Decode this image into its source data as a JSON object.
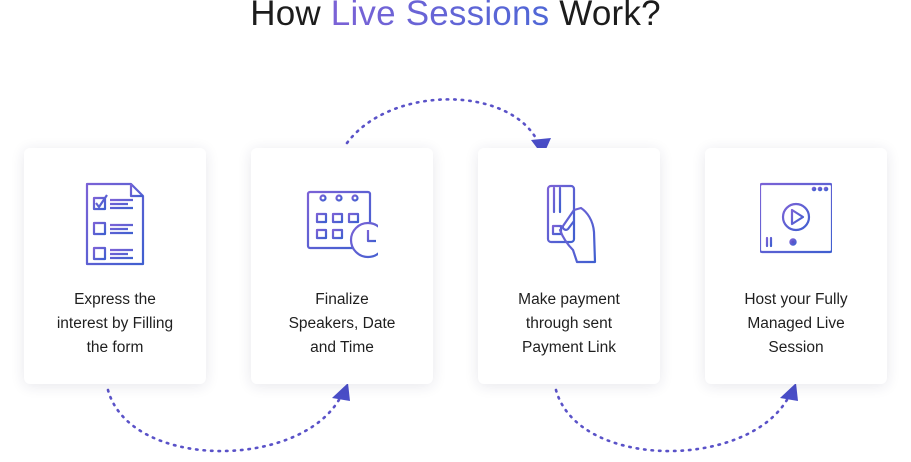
{
  "title": {
    "prefix": "How ",
    "highlight": "Live Sessions",
    "suffix": " Work?"
  },
  "accent_colors": [
    "#7b62d6",
    "#4f67d6",
    "#4a4ec8"
  ],
  "steps": [
    {
      "icon": "form-checklist-icon",
      "lines": [
        "Express the",
        "interest by Filling",
        "the form"
      ]
    },
    {
      "icon": "calendar-clock-icon",
      "lines": [
        "Finalize",
        "Speakers, Date",
        "and Time"
      ]
    },
    {
      "icon": "credit-card-payment-icon",
      "lines": [
        "Make payment",
        "through sent",
        "Payment Link"
      ]
    },
    {
      "icon": "video-player-icon",
      "lines": [
        "Host your Fully",
        "Managed Live",
        "Session"
      ]
    }
  ]
}
